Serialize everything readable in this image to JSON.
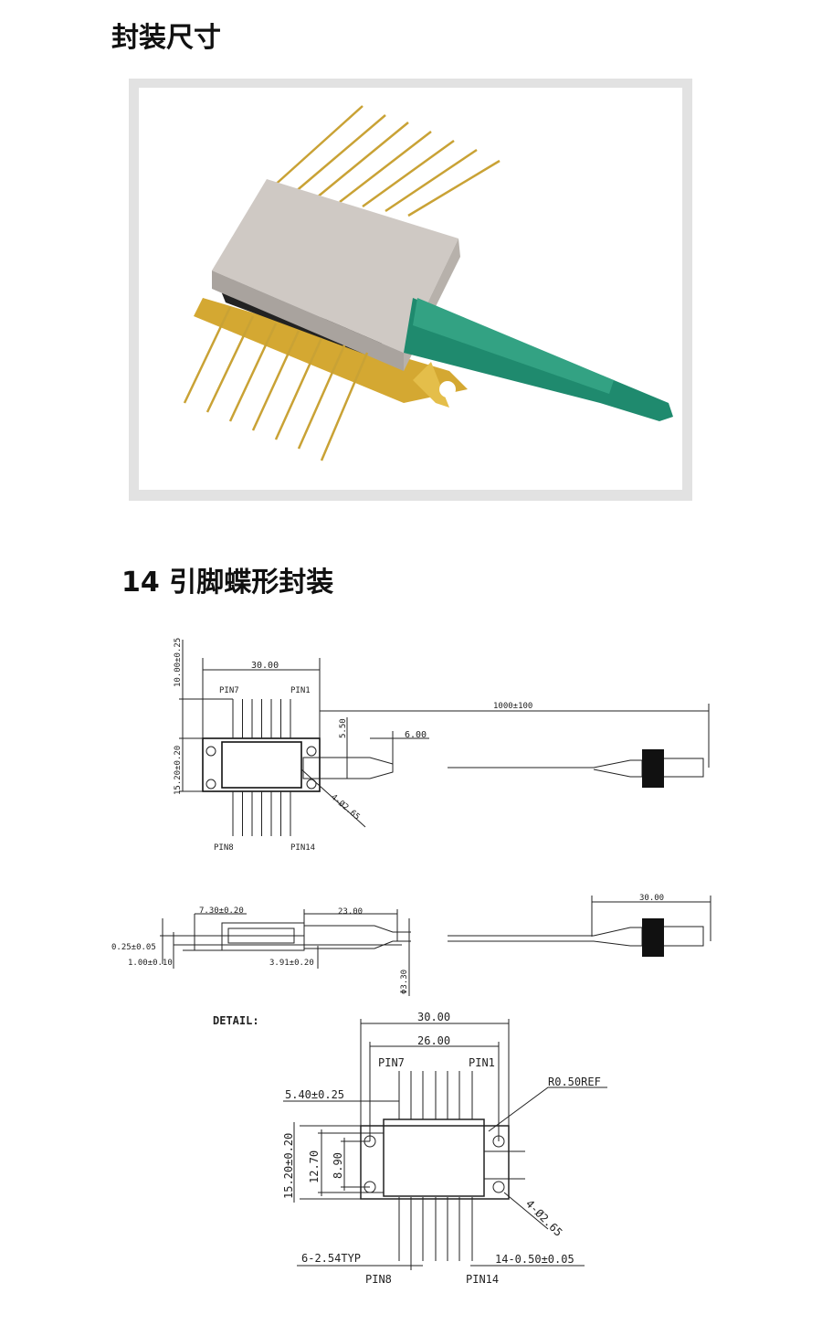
{
  "sections": {
    "package_size_title": "封装尺寸",
    "package_type_title": "14 引脚蝶形封装"
  },
  "top_view": {
    "width": "30.00",
    "pin_length": "10.00±0.25",
    "body_height": "15.20±0.20",
    "fiber_offset": "5.50",
    "boot_tip": "6.00",
    "fiber_length": "1000±100",
    "holes": "4-Ø2.65",
    "pin7": "PIN7",
    "pin1": "PIN1",
    "pin8": "PIN8",
    "pin14": "PIN14"
  },
  "side_view": {
    "height": "7.30±0.20",
    "boot_length": "23.00",
    "connector_length": "30.00",
    "pin_thickness": "0.25±0.05",
    "pin_offset": "1.00±0.10",
    "flange_height": "3.91±0.20",
    "fiber_diameter": "Φ3.30"
  },
  "detail": {
    "label": "DETAIL:",
    "width": "30.00",
    "hole_spacing": "26.00",
    "pin7": "PIN7",
    "pin1": "PIN1",
    "radius": "R0.50REF",
    "pin_inset": "5.40±0.25",
    "height": "15.20±0.20",
    "body_height": "12.70",
    "hole_vertical": "8.90",
    "holes": "4-Ø2.65",
    "pitch": "6-2.54TYP",
    "pin_width": "14-0.50±0.05",
    "pin8": "PIN8",
    "pin14": "PIN14"
  }
}
